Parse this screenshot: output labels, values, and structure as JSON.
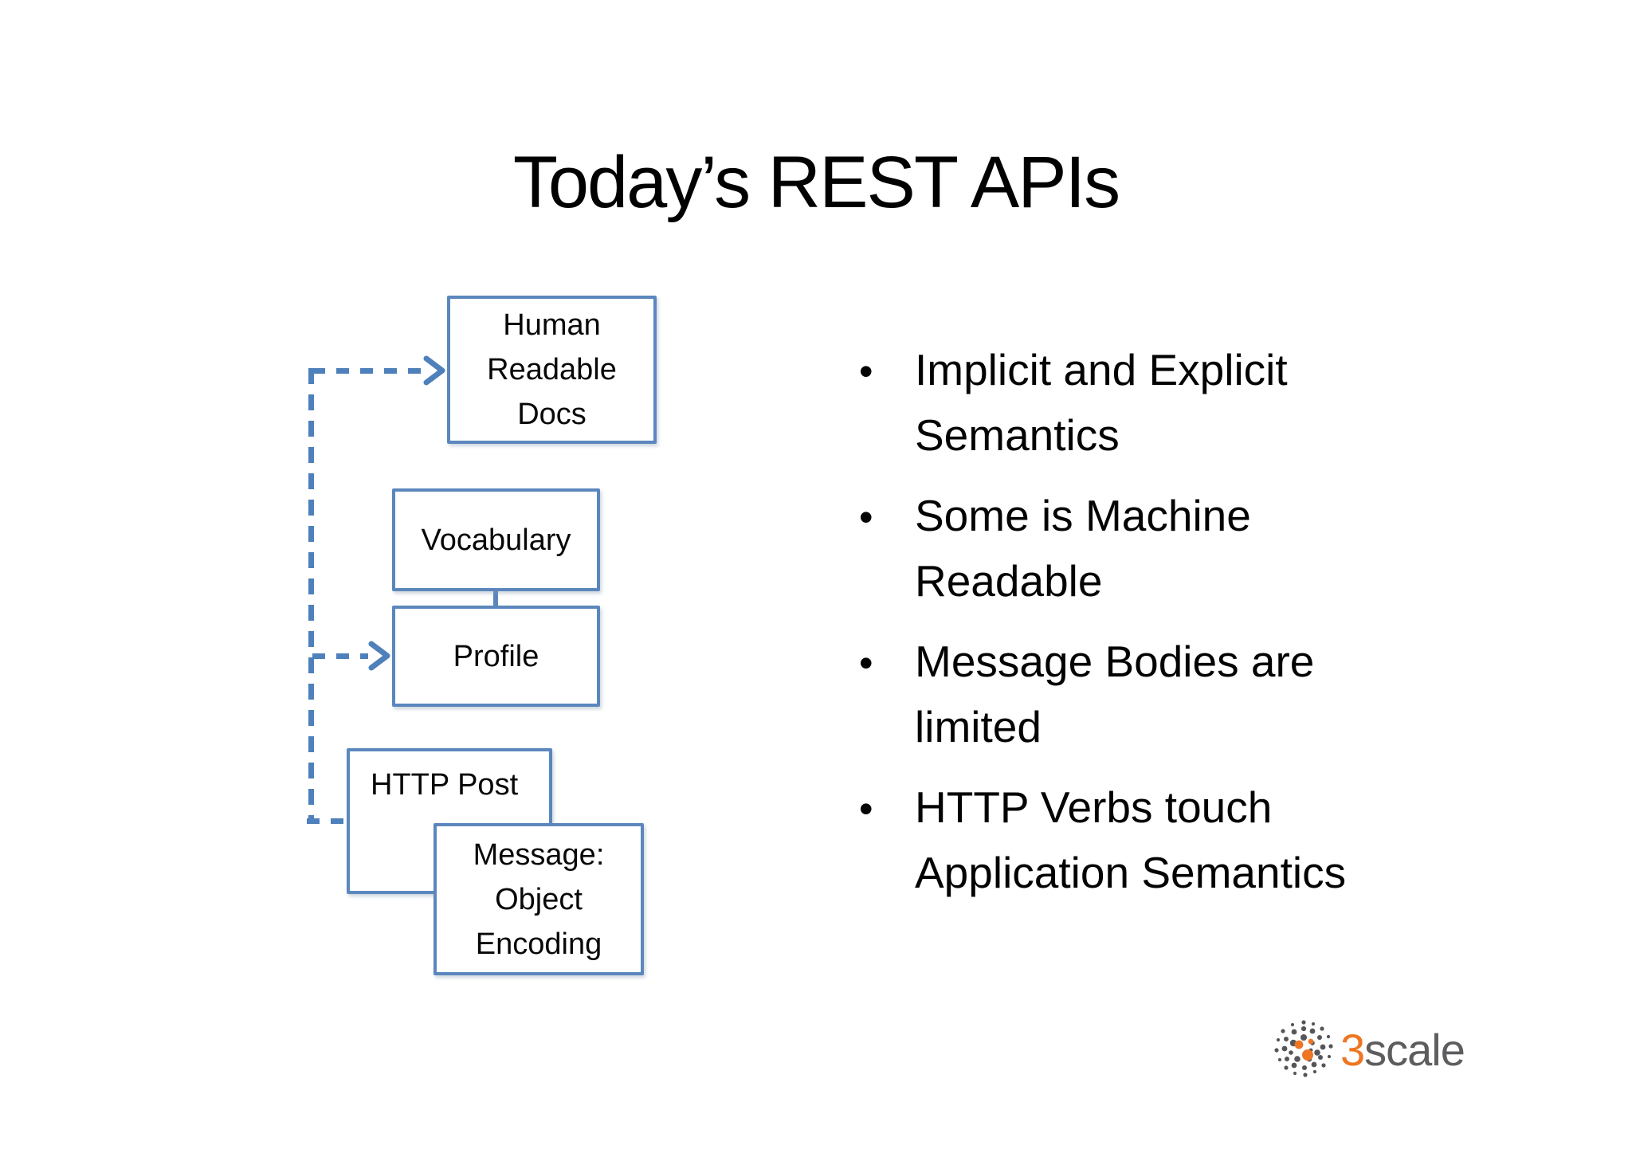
{
  "slide": {
    "title": "Today’s REST APIs"
  },
  "diagram": {
    "boxes": {
      "human": {
        "label": "Human Readable Docs"
      },
      "vocabulary": {
        "label": "Vocabulary"
      },
      "profile": {
        "label": "Profile"
      },
      "http_post": {
        "label": "HTTP Post"
      },
      "message": {
        "label": "Message: Object Encoding"
      }
    },
    "colors": {
      "box_border": "#5b87bd",
      "connector": "#4e80bb"
    }
  },
  "bullets": {
    "marker": "•",
    "items": [
      {
        "label": "Implicit and Explicit Semantics"
      },
      {
        "label": "Some is Machine Readable"
      },
      {
        "label": "Message Bodies are limited"
      },
      {
        "label": "HTTP Verbs touch Application Semantics"
      }
    ]
  },
  "logo": {
    "number": "3",
    "word": "scale",
    "colors": {
      "orange": "#ee7623",
      "gray": "#5d5d60"
    }
  }
}
